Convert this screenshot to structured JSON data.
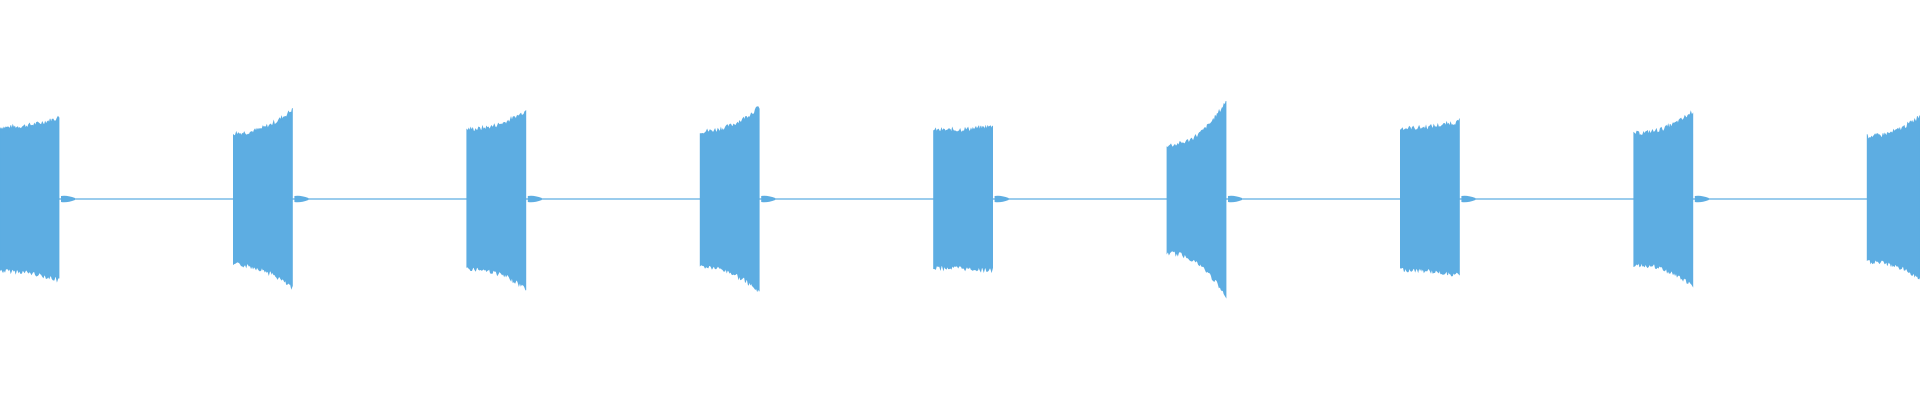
{
  "waveform": {
    "color": "#5DADE2",
    "background": "#ffffff",
    "bursts": [
      {
        "peak_top": 0.82,
        "peak_bottom": 0.82,
        "start_level": 0.72
      },
      {
        "peak_top": 0.9,
        "peak_bottom": 0.9,
        "start_level": 0.66
      },
      {
        "peak_top": 0.89,
        "peak_bottom": 0.9,
        "start_level": 0.7
      },
      {
        "peak_top": 0.93,
        "peak_bottom": 0.94,
        "start_level": 0.68
      },
      {
        "peak_top": 0.73,
        "peak_bottom": 0.72,
        "start_level": 0.69
      },
      {
        "peak_top": 0.98,
        "peak_bottom": 0.99,
        "start_level": 0.54
      },
      {
        "peak_top": 0.78,
        "peak_bottom": 0.77,
        "start_level": 0.71
      },
      {
        "peak_top": 0.88,
        "peak_bottom": 0.88,
        "start_level": 0.66
      },
      {
        "peak_top": 0.84,
        "peak_bottom": 0.8,
        "start_level": 0.63
      }
    ]
  }
}
